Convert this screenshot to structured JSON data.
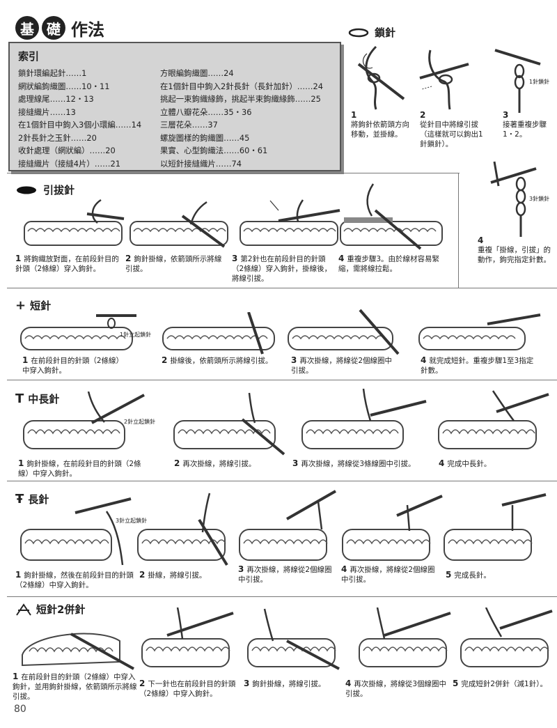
{
  "header": {
    "char1": "基",
    "char2": "礎",
    "title": "作法"
  },
  "index": {
    "title": "索引",
    "left": [
      "鎖針環編起針……1",
      "網狀編鉤織圖……10・11",
      "處理線尾……12・13",
      "接縫織片……13",
      "在1個針目中鉤入3個小環編……14",
      "2針長針之玉針……20",
      "收針處理（網狀編）……20",
      "接縫織片（接縫4片）……21"
    ],
    "right": [
      "方眼編鉤織圖……24",
      "在1個針目中鉤入2針長針（長針加針）……24",
      "挑起一束鉤織緣飾，挑起半束鉤織緣飾……25",
      "立體八瓣花朵……35・36",
      "三層花朵……37",
      "螺旋圖樣的鉤織圖……45",
      "果實、心型鉤織法……60・61",
      "以短針接縫織片……74"
    ]
  },
  "chain": {
    "title": "鎖針",
    "steps": [
      {
        "num": "1",
        "text": "將鉤針依箭頭方向移動，並掛線。"
      },
      {
        "num": "2",
        "text": "從針目中將線引拔（這樣就可以鉤出1針鎖針）。"
      },
      {
        "num": "3",
        "text": "接著重複步驟1・2。"
      },
      {
        "num": "4",
        "text": "重複「掛線，引拔」的動作，鉤完指定針數。"
      }
    ],
    "label1": "1針鎖針",
    "label3": "3針鎖針"
  },
  "slip": {
    "title": "引拔針",
    "steps": [
      {
        "num": "1",
        "text": "將鉤織放對面，在前段針目的針頭（2條線）穿入鉤針。"
      },
      {
        "num": "2",
        "text": "鉤針掛線，依箭頭所示將線引拔。"
      },
      {
        "num": "3",
        "text": "第2針也在前段針目的針頭（2條線）穿入鉤針，掛線後，將線引拔。"
      },
      {
        "num": "4",
        "text": "重複步驟3。由於線材容易緊縮，需將線拉鬆。"
      }
    ]
  },
  "sc": {
    "title": "短針",
    "label": "1針立起鎖針",
    "steps": [
      {
        "num": "1",
        "text": "在前段針目的針頭（2條線）中穿入鉤針。"
      },
      {
        "num": "2",
        "text": "掛線後，依箭頭所示將線引拔。"
      },
      {
        "num": "3",
        "text": "再次掛線，將線從2個線圈中引拔。"
      },
      {
        "num": "4",
        "text": "就完成短針。重複步驟1至3指定針數。"
      }
    ]
  },
  "hdc": {
    "title": "中長針",
    "label": "2針立起鎖針",
    "steps": [
      {
        "num": "1",
        "text": "鉤針掛線，在前段針目的針頭（2條線）中穿入鉤針。"
      },
      {
        "num": "2",
        "text": "再次掛線，將線引拔。"
      },
      {
        "num": "3",
        "text": "再次掛線，將線從3條線圈中引拔。"
      },
      {
        "num": "4",
        "text": "完成中長針。"
      }
    ]
  },
  "dc": {
    "title": "長針",
    "label": "3針立起鎖針",
    "steps": [
      {
        "num": "1",
        "text": "鉤針掛線，然後在前段針目的針頭（2條線）中穿入鉤針。"
      },
      {
        "num": "2",
        "text": "掛線，將線引拔。"
      },
      {
        "num": "3",
        "text": "再次掛線，將線從2個線圈中引拔。"
      },
      {
        "num": "4",
        "text": "再次掛線，將線從2個線圈中引拔。"
      },
      {
        "num": "5",
        "text": "完成長針。"
      }
    ]
  },
  "sc2tog": {
    "title": "短針2併針",
    "steps": [
      {
        "num": "1",
        "text": "在前段針目的針頭（2條線）中穿入鉤針，並用鉤針掛線，依箭頭所示將線引拔。"
      },
      {
        "num": "2",
        "text": "下一針也在前段針目的針頭（2條線）中穿入鉤針。"
      },
      {
        "num": "3",
        "text": "鉤針掛線，將線引拔。"
      },
      {
        "num": "4",
        "text": "再次掛線，將線從3個線圈中引拔。"
      },
      {
        "num": "5",
        "text": "完成短針2併針（減1針）。"
      }
    ]
  },
  "page_number": "80"
}
